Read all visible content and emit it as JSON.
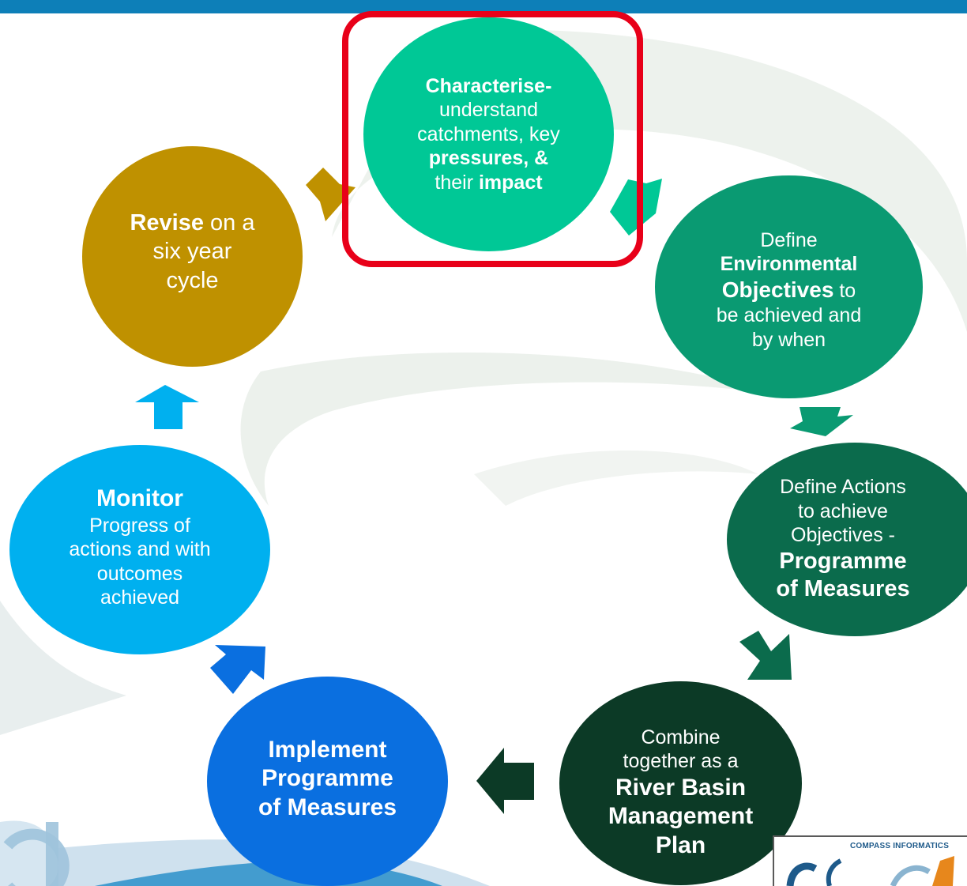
{
  "colors": {
    "top_bar": "#0d7fb8",
    "characterise": "#00c896",
    "define_objectives": "#0a9a72",
    "define_actions": "#0b6b4c",
    "combine": "#0c3a26",
    "implement": "#0a6fe0",
    "monitor": "#00b0ef",
    "revise": "#bf9100",
    "highlight": "#e80019"
  },
  "nodes": {
    "characterise": {
      "b1": "Characterise",
      "t1": "-",
      "t2": "understand",
      "t3": "catchments,  key",
      "b2": "pressures, &",
      "t4": "their ",
      "b3": "impact"
    },
    "define_objectives": {
      "t1": "Define",
      "b1": "Environmental",
      "b2": "Objectives",
      "t2": " to",
      "t3": "be achieved and",
      "t4": "by when"
    },
    "define_actions": {
      "t1": "Define Actions",
      "t2": "to achieve",
      "t3": "Objectives -",
      "b1": "Programme",
      "b2": "of Measures"
    },
    "combine": {
      "t1": "Combine",
      "t2": "together as a",
      "b1": "River Basin",
      "b2": "Management",
      "b3": "Plan"
    },
    "implement": {
      "b1": "Implement",
      "b2": "Programme",
      "b3": "of Measures"
    },
    "monitor": {
      "b1": "Monitor",
      "t1": "Progress of",
      "t2": "actions and with",
      "t3": "outcomes",
      "t4": "achieved"
    },
    "revise": {
      "b1": "Revise",
      "t1": " on a",
      "t2": "six year",
      "t3": "cycle"
    }
  },
  "logo": {
    "text": "COMPASS INFORMATICS"
  }
}
